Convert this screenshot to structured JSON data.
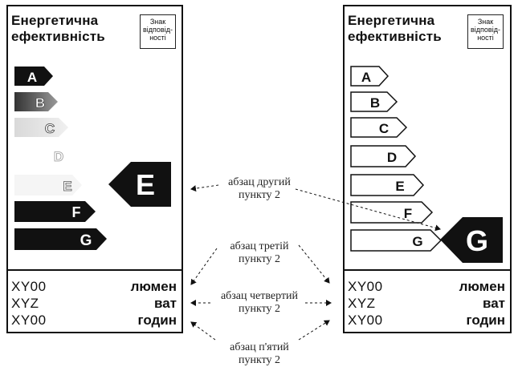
{
  "panel_title_line1": "Енергетична",
  "panel_title_line2": "ефективність",
  "sign_line1": "Знак",
  "sign_line2": "відповід-",
  "sign_line3": "ності",
  "class_letters": [
    "A",
    "B",
    "C",
    "D",
    "E",
    "F",
    "G"
  ],
  "left_label": {
    "indicator_letter": "E",
    "units": [
      {
        "code": "XY00",
        "unit": "люмен"
      },
      {
        "code": "XYZ",
        "unit": "ват"
      },
      {
        "code": "XY00",
        "unit": "годин"
      }
    ]
  },
  "right_label": {
    "indicator_letter": "G",
    "units": [
      {
        "code": "XY00",
        "unit": "люмен"
      },
      {
        "code": "XYZ",
        "unit": "ват"
      },
      {
        "code": "XY00",
        "unit": "годин"
      }
    ]
  },
  "notes": {
    "second": {
      "line1": "абзац другий",
      "line2": "пункту 2"
    },
    "third": {
      "line1": "абзац третій",
      "line2": "пункту 2"
    },
    "fourth": {
      "line1": "абзац четвертий",
      "line2": "пункту 2"
    },
    "fifth": {
      "line1": "абзац п'ятий",
      "line2": "пункту 2"
    }
  },
  "colors": {
    "ink": "#111111",
    "paper": "#ffffff"
  }
}
